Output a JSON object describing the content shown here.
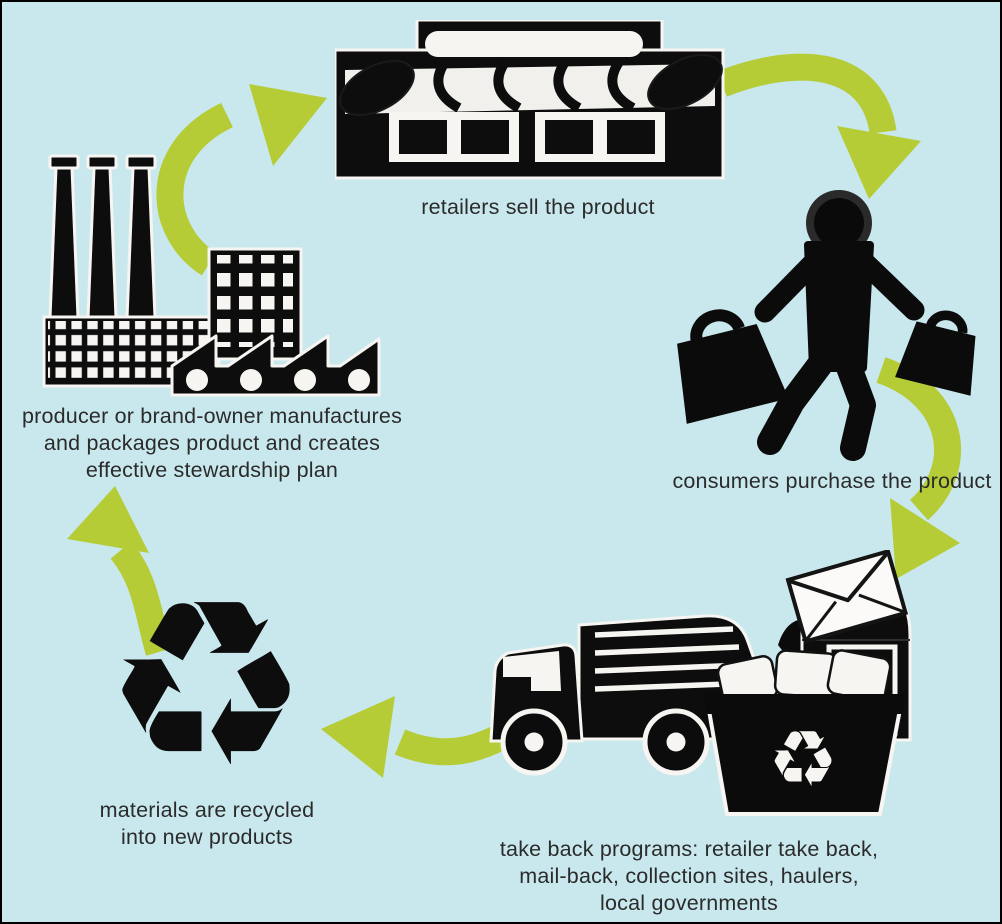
{
  "title": "product stewardship lifecycle diagram",
  "palette": {
    "background": "#c9e8ed",
    "arrow": "#b5cc36",
    "icon": "#0d0d0d",
    "icon_accent": "#f7f5f1",
    "text": "#2b2b2b",
    "border": "#000000"
  },
  "glyphs": {
    "recycle_black": "♻",
    "recycle_white": "♻"
  },
  "stages": {
    "producer": {
      "icon": "factory-icon",
      "lines": [
        "producer or brand-owner manufactures",
        "and packages product and creates",
        "effective stewardship plan"
      ]
    },
    "retail": {
      "icon": "storefront-icon",
      "lines": [
        "retailers sell the product"
      ]
    },
    "consumer": {
      "icon": "shopper-icon",
      "lines": [
        "consumers purchase the product"
      ]
    },
    "takeback": {
      "icon": "garbage-truck-icon mailbox-icon envelope-icon recycle-bin-icon",
      "lines": [
        "take back programs: retailer take back,",
        "mail-back, collection sites, haulers,",
        "local governments"
      ]
    },
    "recycle": {
      "icon": "recycling-symbol-icon",
      "lines": [
        "materials are recycled",
        "into new products"
      ]
    }
  },
  "flow": [
    {
      "from": "producer",
      "to": "retail"
    },
    {
      "from": "retail",
      "to": "consumer"
    },
    {
      "from": "consumer",
      "to": "takeback"
    },
    {
      "from": "takeback",
      "to": "recycle"
    },
    {
      "from": "recycle",
      "to": "producer"
    }
  ]
}
